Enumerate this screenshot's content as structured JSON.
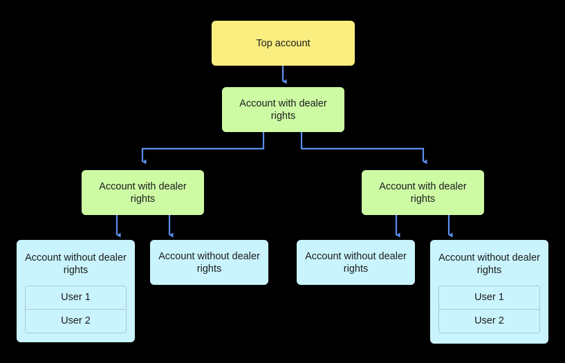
{
  "diagram": {
    "title_text_root": "Top account",
    "nodes": {
      "root": {
        "label": "Top account"
      },
      "dealer_mid": {
        "label": "Account with dealer rights"
      },
      "dealer_left": {
        "label": "Account with dealer rights"
      },
      "dealer_right": {
        "label": "Account with dealer rights"
      },
      "leaf_1": {
        "label": "Account without dealer rights"
      },
      "leaf_2": {
        "label": "Account without dealer rights"
      },
      "leaf_3": {
        "label": "Account without dealer rights"
      },
      "leaf_4": {
        "label": "Account without dealer rights"
      }
    },
    "users_left": [
      "User 1",
      "User 2"
    ],
    "users_right": [
      "User 1",
      "User 2"
    ],
    "colors": {
      "background": "#000000",
      "root_fill": "#FBEE80",
      "dealer_fill": "#CDFBA4",
      "leaf_fill": "#C9F4FD",
      "connector": "#5B8FEF",
      "user_border": "#a9c6ce",
      "text": "#1b1b1b"
    }
  }
}
